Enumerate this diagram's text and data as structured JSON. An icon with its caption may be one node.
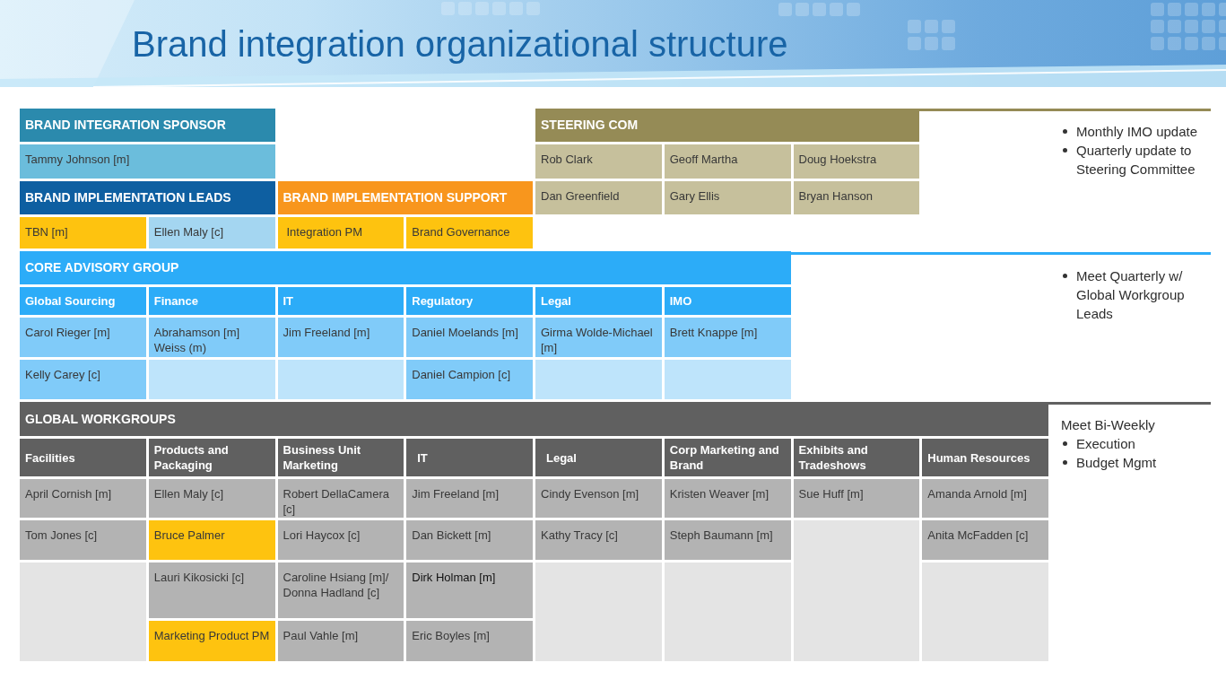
{
  "diagram": {
    "title": "Brand integration organizational structure",
    "nodes": [
      {
        "text": [
          "BRAND INTEGRATION SPONSOR"
        ]
      },
      {
        "text": [
          "STEERING COM"
        ]
      },
      {
        "text": [
          "Tammy Johnson [m]"
        ]
      },
      {
        "text": [
          "Rob Clark"
        ]
      },
      {
        "text": [
          "Geoff Martha"
        ]
      },
      {
        "text": [
          "Doug Hoekstra"
        ]
      },
      {
        "text": [
          "BRAND IMPLEMENTATION LEADS"
        ]
      },
      {
        "text": [
          "BRAND IMPLEMENTATION SUPPORT"
        ]
      },
      {
        "text": [
          "Dan Greenfield"
        ]
      },
      {
        "text": [
          "Gary Ellis"
        ]
      },
      {
        "text": [
          "Bryan Hanson"
        ]
      },
      {
        "text": [
          "TBN [m]"
        ]
      },
      {
        "text": [
          "Ellen Maly [c]"
        ]
      },
      {
        "text": [
          "Integration PM"
        ]
      },
      {
        "text": [
          "Brand Governance"
        ]
      },
      {
        "text": [
          "CORE ADVISORY GROUP"
        ]
      },
      {
        "text": [
          "Global Sourcing"
        ]
      },
      {
        "text": [
          "Finance"
        ]
      },
      {
        "text": [
          "IT"
        ]
      },
      {
        "text": [
          "Regulatory"
        ]
      },
      {
        "text": [
          "Legal"
        ]
      },
      {
        "text": [
          "IMO"
        ]
      },
      {
        "text": [
          "Carol Rieger [m]"
        ]
      },
      {
        "text": [
          "Abrahamson [m] Weiss (m)"
        ]
      },
      {
        "text": [
          "Jim Freeland [m]"
        ]
      },
      {
        "text": [
          "Daniel Moelands [m]"
        ]
      },
      {
        "text": [
          "Girma Wolde-Michael [m]"
        ]
      },
      {
        "text": [
          "Brett Knappe [m]"
        ]
      },
      {
        "text": [
          "Kelly Carey [c]"
        ]
      },
      {
        "text": [],
        "shape": "box"
      },
      {
        "text": [],
        "shape": "box"
      },
      {
        "text": [
          "Daniel Campion [c]"
        ]
      },
      {
        "text": [],
        "shape": "box"
      },
      {
        "text": [],
        "shape": "box"
      },
      {
        "text": [
          "GLOBAL WORKGROUPS"
        ]
      },
      {
        "text": [
          "Facilities"
        ]
      },
      {
        "text": [
          "Products and Packaging"
        ]
      },
      {
        "text": [
          "Business Unit Marketing"
        ]
      },
      {
        "text": [
          "IT"
        ]
      },
      {
        "text": [
          "Legal"
        ]
      },
      {
        "text": [
          "Corp Marketing and Brand"
        ]
      },
      {
        "text": [
          "Exhibits and Tradeshows"
        ]
      },
      {
        "text": [
          "Human Resources"
        ]
      },
      {
        "text": [
          "April Cornish [m]"
        ]
      },
      {
        "text": [
          "Ellen Maly [c]"
        ]
      },
      {
        "text": [
          "Robert DellaCamera [c]"
        ]
      },
      {
        "text": [
          "Jim Freeland [m]"
        ]
      },
      {
        "text": [
          "Cindy Evenson [m]"
        ]
      },
      {
        "text": [
          "Kristen Weaver [m]"
        ]
      },
      {
        "text": [
          "Sue Huff [m]"
        ]
      },
      {
        "text": [
          "Amanda Arnold [m]"
        ]
      },
      {
        "text": [
          "Tom Jones [c]"
        ]
      },
      {
        "text": [
          "Bruce Palmer"
        ]
      },
      {
        "text": [
          "Lori Haycox [c]"
        ]
      },
      {
        "text": [
          "Dan Bickett [m]"
        ]
      },
      {
        "text": [
          "Kathy Tracy [c]"
        ]
      },
      {
        "text": [
          "Steph Baumann [m]"
        ]
      },
      {
        "text": [],
        "shape": "box"
      },
      {
        "text": [
          "Anita McFadden [c]"
        ]
      },
      {
        "text": [],
        "shape": "box"
      },
      {
        "text": [
          "Lauri Kikosicki [c]"
        ]
      },
      {
        "text": [
          "Caroline Hsiang [m]/ Donna Hadland [c]"
        ]
      },
      {
        "text": [
          "Dirk Holman [m]"
        ]
      },
      {
        "text": [],
        "shape": "box"
      },
      {
        "text": [],
        "shape": "box"
      },
      {
        "text": [],
        "shape": "box"
      },
      {
        "text": [
          "Marketing Product PM"
        ]
      },
      {
        "text": [
          "Paul Vahle [m]"
        ]
      },
      {
        "text": [
          "Eric Boyles [m]"
        ]
      }
    ],
    "labels": [
      "Monthly IMO update",
      "Quarterly update to Steering Committee",
      "Meet Quarterly w/ Global Workgroup Leads",
      "Meet Bi-Weekly",
      "Execution",
      "Budget Mgmt"
    ]
  }
}
